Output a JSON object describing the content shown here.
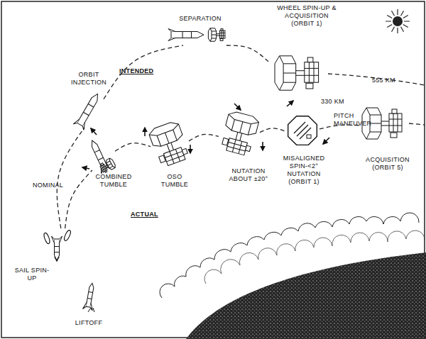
{
  "diagram": {
    "nodes": [
      {
        "text": [
          "LIFTOFF"
        ]
      },
      {
        "text": [
          "SAIL SPIN-UP"
        ]
      },
      {
        "text": [
          "ORBIT INJECTION"
        ]
      },
      {
        "text": [
          "SEPARATION"
        ]
      },
      {
        "text": [
          "WHEEL SPIN-UP & ACQUISITION (ORBIT 1)"
        ]
      },
      {
        "text": [
          "COMBINED TUMBLE"
        ]
      },
      {
        "text": [
          "OSO TUMBLE"
        ]
      },
      {
        "text": [
          "NUTATION ABOUT ±20°"
        ]
      },
      {
        "text": [
          "MISALIGNED SPIN-<2° NUTATION (ORBIT 1)"
        ]
      },
      {
        "text": [
          "ACQUISITION (ORBIT 5)"
        ]
      }
    ],
    "edges": [
      {
        "from": 1,
        "to": 2,
        "arrow": "none"
      },
      {
        "from": 2,
        "to": 3,
        "arrow": "none"
      },
      {
        "from": 3,
        "to": 4,
        "arrow": "none"
      },
      {
        "from": 1,
        "to": 5,
        "arrow": "none"
      },
      {
        "from": 5,
        "to": 6,
        "arrow": "none"
      },
      {
        "from": 6,
        "to": 7,
        "arrow": "none"
      },
      {
        "from": 7,
        "to": 8,
        "arrow": "none"
      },
      {
        "from": 8,
        "to": 9,
        "arrow": "none"
      }
    ],
    "labels": [
      "INTENDED",
      "ACTUAL",
      "NOMINAL",
      "555 KM",
      "330 KM",
      "PITCH MANEUVER"
    ]
  }
}
